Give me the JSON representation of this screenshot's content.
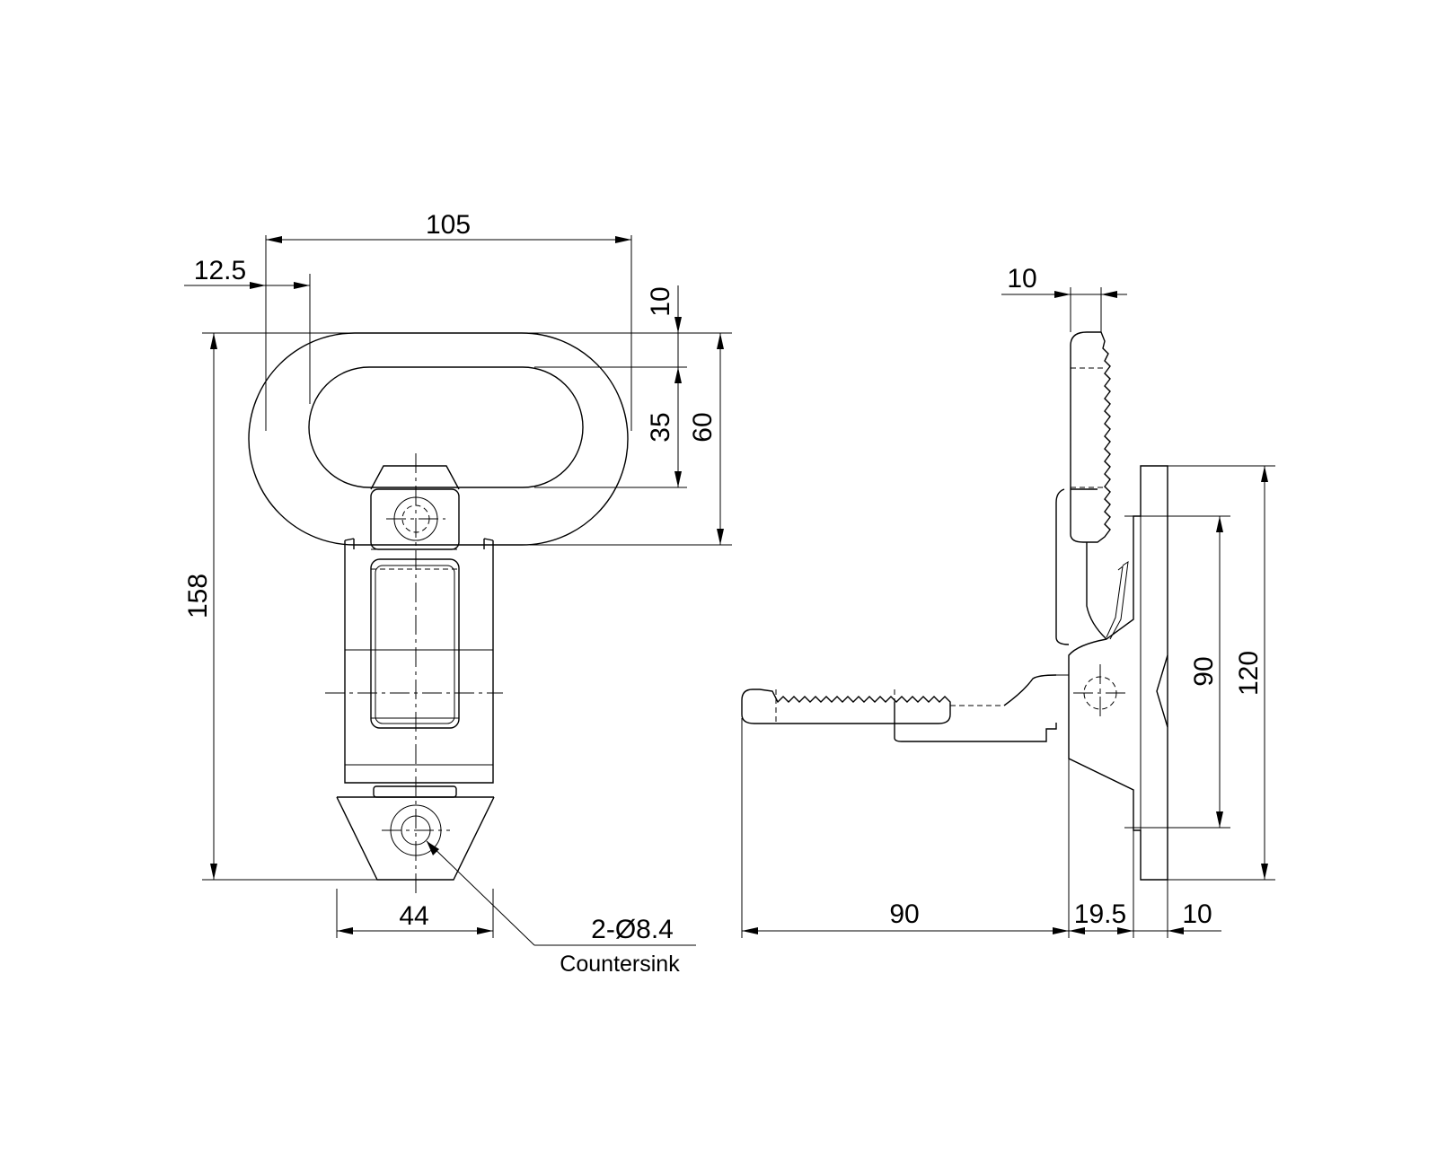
{
  "front_view": {
    "dimensions": {
      "overall_width": "105",
      "ring_offset": "12.5",
      "ring_thickness": "10",
      "ring_inner_height": "35",
      "ring_outer_height": "60",
      "overall_height": "158",
      "base_width": "44"
    },
    "hole_note": {
      "spec": "2-Ø8.4",
      "type": "Countersink"
    }
  },
  "side_view": {
    "dimensions": {
      "ring_thickness": "10",
      "hole_spacing": "90",
      "base_height": "120",
      "ring_length": "90",
      "pivot_offset": "19.5",
      "base_thickness": "10"
    }
  },
  "colors": {
    "line": "#000000",
    "background": "#ffffff"
  }
}
